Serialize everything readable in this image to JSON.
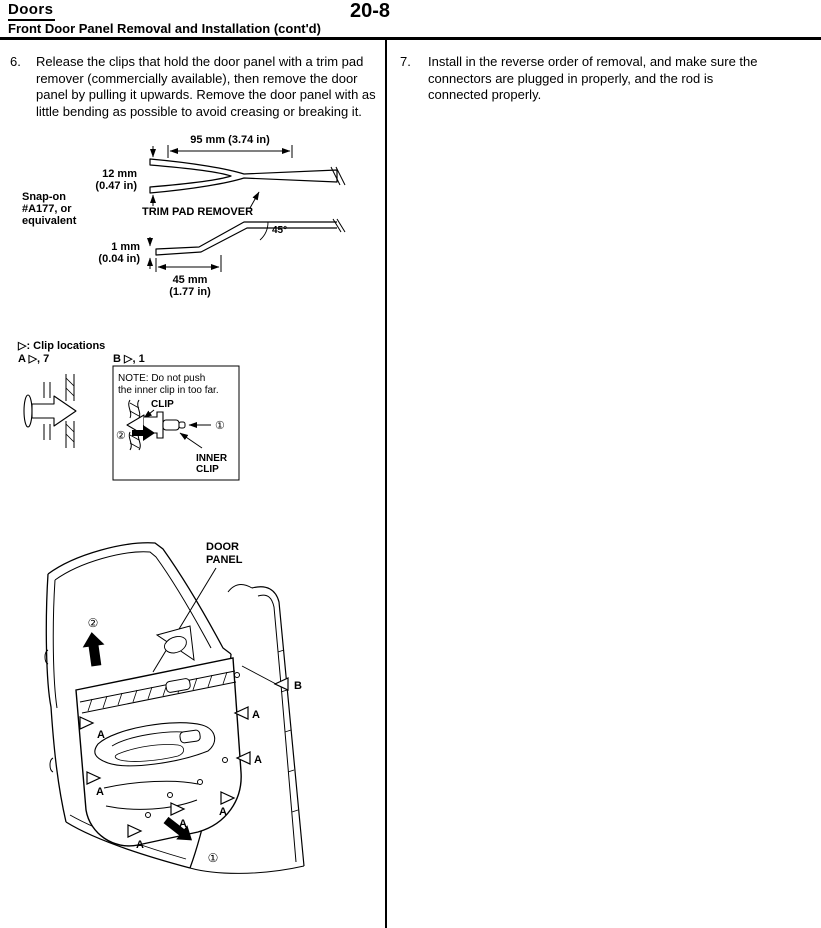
{
  "page": {
    "section_title": "Doors",
    "page_number": "20-8",
    "subtitle": "Front Door Panel Removal and Installation (cont'd)"
  },
  "steps": {
    "step6": {
      "number": "6.",
      "text": "Release the clips that hold the door panel with a trim pad remover (commercially available), then remove the door panel by pulling it upwards. Remove the door panel with as little bending as possible to avoid creasing or breaking it."
    },
    "step7": {
      "number": "7.",
      "text": "Install in the reverse order of removal, and make sure the connectors are plugged in properly, and the rod is connected properly."
    }
  },
  "tool": {
    "dim_length": "95 mm (3.74 in)",
    "dim_width_1": "12 mm",
    "dim_width_2": "(0.47 in)",
    "name": "TRIM PAD REMOVER",
    "brand_1": "Snap-on",
    "brand_2": "#A177, or",
    "brand_3": "equivalent",
    "angle": "45°",
    "dim_tip_1": "1 mm",
    "dim_tip_2": "(0.04 in)",
    "dim_bend_1": "45 mm",
    "dim_bend_2": "(1.77 in)"
  },
  "clips": {
    "legend": "▷: Clip locations",
    "count_a": "A ▷, 7",
    "count_b": "B ▷, 1",
    "note_1": "NOTE:  Do not push",
    "note_2": "the inner clip in too far.",
    "clip_label": "CLIP",
    "inner_1": "INNER",
    "inner_2": "CLIP",
    "marker_1": "①",
    "marker_2": "②"
  },
  "door": {
    "label_1": "DOOR",
    "label_2": "PANEL",
    "marker_a": "A",
    "marker_b": "B",
    "marker_1": "①",
    "marker_2": "②"
  }
}
